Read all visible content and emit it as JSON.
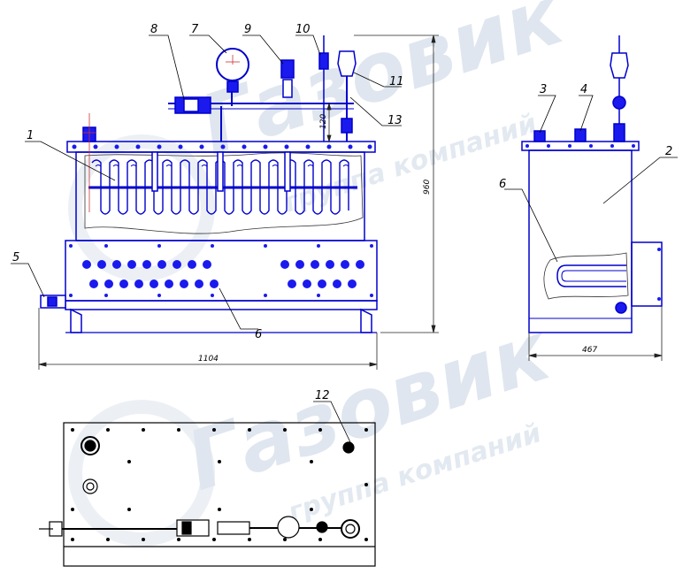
{
  "watermark": {
    "brand": "Газовик",
    "tagline": "группа компаний"
  },
  "callouts": {
    "c1": "1",
    "c2": "2",
    "c3": "3",
    "c4": "4",
    "c5": "5",
    "c6a": "6",
    "c6b": "6",
    "c7": "7",
    "c8": "8",
    "c9": "9",
    "c10": "10",
    "c11": "11",
    "c12": "12",
    "c13": "13"
  },
  "dimensions": {
    "total_width": "1104",
    "total_height": "960",
    "pipe_height": "120",
    "side_width": "467"
  },
  "colors": {
    "line": "#0000cc",
    "fill": "#1a1aee",
    "dim": "#222222",
    "watermark": "#dfe6ef"
  }
}
